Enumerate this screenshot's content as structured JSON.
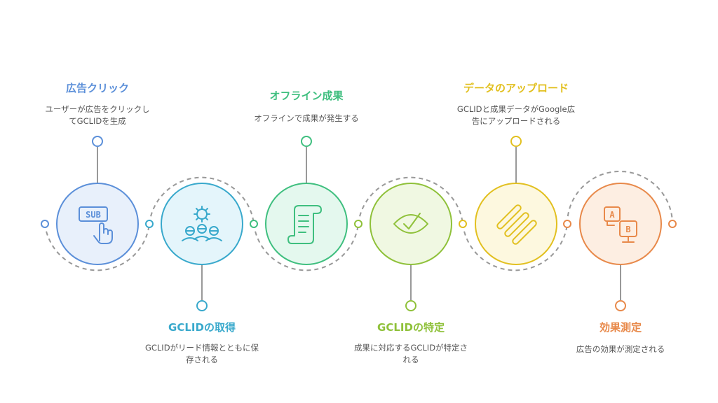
{
  "steps": [
    {
      "title": "広告クリック",
      "desc_line1": "ユーザーが広告をクリックし",
      "desc_line2": "てGCLIDを生成",
      "icon": "sub-finger-icon",
      "color": "#5b8fd9",
      "fill": "#e8f0fb"
    },
    {
      "title": "GCLIDの取得",
      "desc_line1": "GCLIDがリード情報とともに保",
      "desc_line2": "存される",
      "icon": "gear-people-icon",
      "color": "#39a9cc",
      "fill": "#e4f5fb"
    },
    {
      "title": "オフライン成果",
      "desc_line1": "オフラインで成果が発生する",
      "desc_line2": "",
      "icon": "scroll-document-icon",
      "color": "#3fbf7f",
      "fill": "#e4f8ee"
    },
    {
      "title": "GCLIDの特定",
      "desc_line1": "成果に対応するGCLIDが特定さ",
      "desc_line2": "れる",
      "icon": "eye-check-icon",
      "color": "#8fc13a",
      "fill": "#f0f8e2"
    },
    {
      "title": "データのアップロード",
      "desc_line1": "GCLIDと成果データがGoogle広",
      "desc_line2": "告にアップロードされる",
      "icon": "upload-bars-icon",
      "color": "#e2c020",
      "fill": "#fdf8df"
    },
    {
      "title": "効果測定",
      "desc_line1": "広告の効果が測定される",
      "desc_line2": "",
      "icon": "ab-test-icon",
      "color": "#e8894a",
      "fill": "#fdeee2"
    }
  ],
  "icon_labels": {
    "sub": "SUB",
    "a": "A",
    "b": "B"
  }
}
